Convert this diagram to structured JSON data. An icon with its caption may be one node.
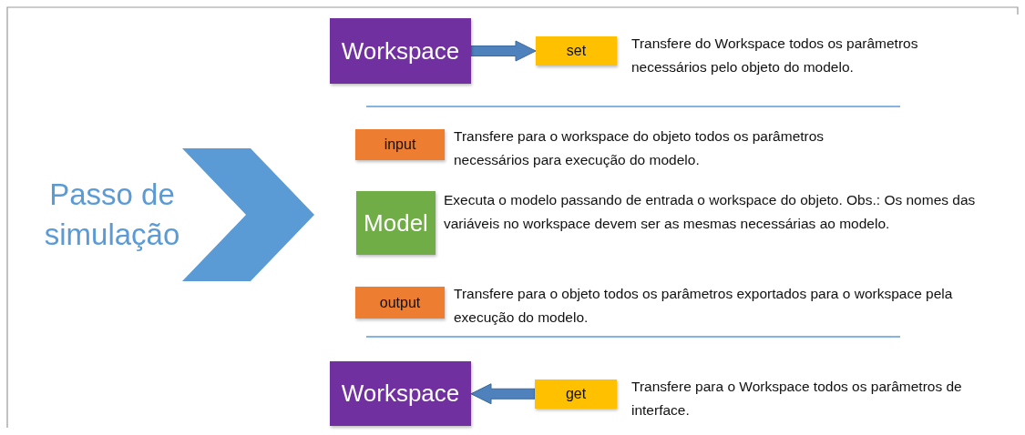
{
  "diagram": {
    "nodes": [
      {
        "text": [
          "Passo de simulação"
        ]
      },
      {
        "text": [
          "Workspace"
        ]
      },
      {
        "text": [
          "set"
        ],
        "beside": [
          "Transfere do Workspace todos os parâmetros necessários pelo objeto do modelo."
        ]
      },
      {
        "text": [
          "input"
        ],
        "beside": [
          "Transfere para o workspace do objeto todos os parâmetros necessários para execução do modelo."
        ]
      },
      {
        "text": [
          "Model"
        ],
        "beside": [
          "Executa o modelo passando de entrada o workspace do objeto. Obs.: Os nomes das variáveis no workspace devem ser as mesmas necessárias ao modelo."
        ]
      },
      {
        "text": [
          "output"
        ],
        "beside": [
          "Transfere para o objeto todos os parâmetros exportados para o workspace pela execução do modelo."
        ]
      },
      {
        "text": [
          "Workspace"
        ]
      },
      {
        "text": [
          "get"
        ],
        "beside": [
          "Transfere para o Workspace todos os parâmetros de interface."
        ]
      }
    ],
    "edges": [
      {
        "from": 1,
        "to": 2,
        "arrow": "to"
      },
      {
        "from": 7,
        "to": 6,
        "arrow": "to"
      }
    ]
  }
}
